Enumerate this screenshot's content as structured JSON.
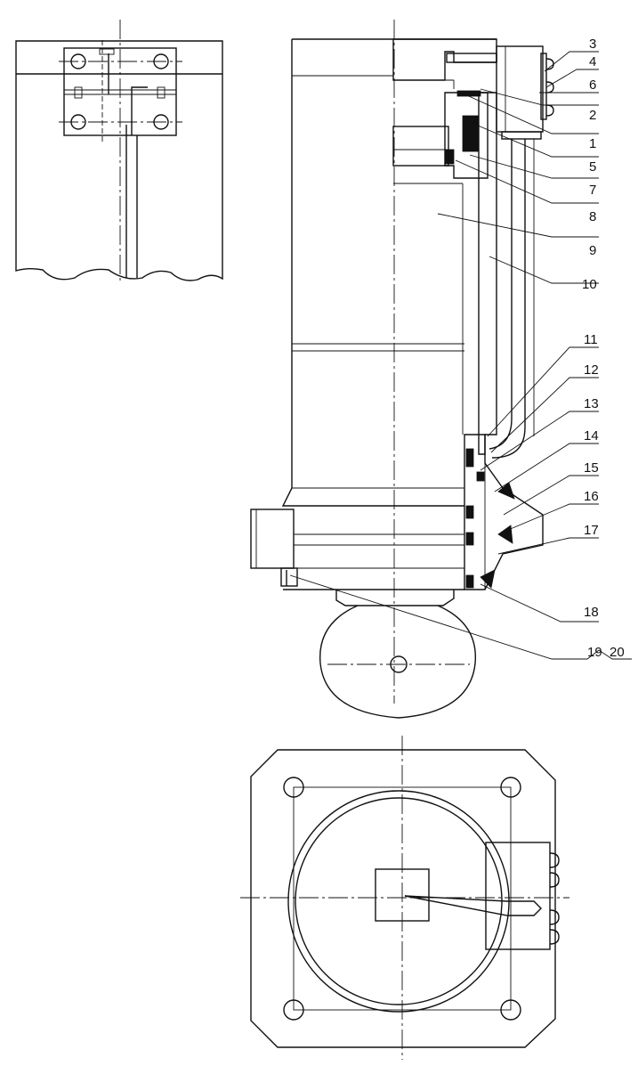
{
  "callouts": [
    {
      "id": "3",
      "text": "3"
    },
    {
      "id": "4",
      "text": "4"
    },
    {
      "id": "6",
      "text": "6"
    },
    {
      "id": "2",
      "text": "2"
    },
    {
      "id": "1",
      "text": "1"
    },
    {
      "id": "5",
      "text": "5"
    },
    {
      "id": "7",
      "text": "7"
    },
    {
      "id": "8",
      "text": "8"
    },
    {
      "id": "9",
      "text": "9"
    },
    {
      "id": "10",
      "text": "10"
    },
    {
      "id": "11",
      "text": "11"
    },
    {
      "id": "12",
      "text": "12"
    },
    {
      "id": "13",
      "text": "13"
    },
    {
      "id": "14",
      "text": "14"
    },
    {
      "id": "15",
      "text": "15"
    },
    {
      "id": "16",
      "text": "16"
    },
    {
      "id": "17",
      "text": "17"
    },
    {
      "id": "18",
      "text": "18"
    },
    {
      "id": "19_20",
      "text": "19  20"
    }
  ],
  "colors": {
    "ink": "#111111",
    "paper": "#ffffff"
  }
}
